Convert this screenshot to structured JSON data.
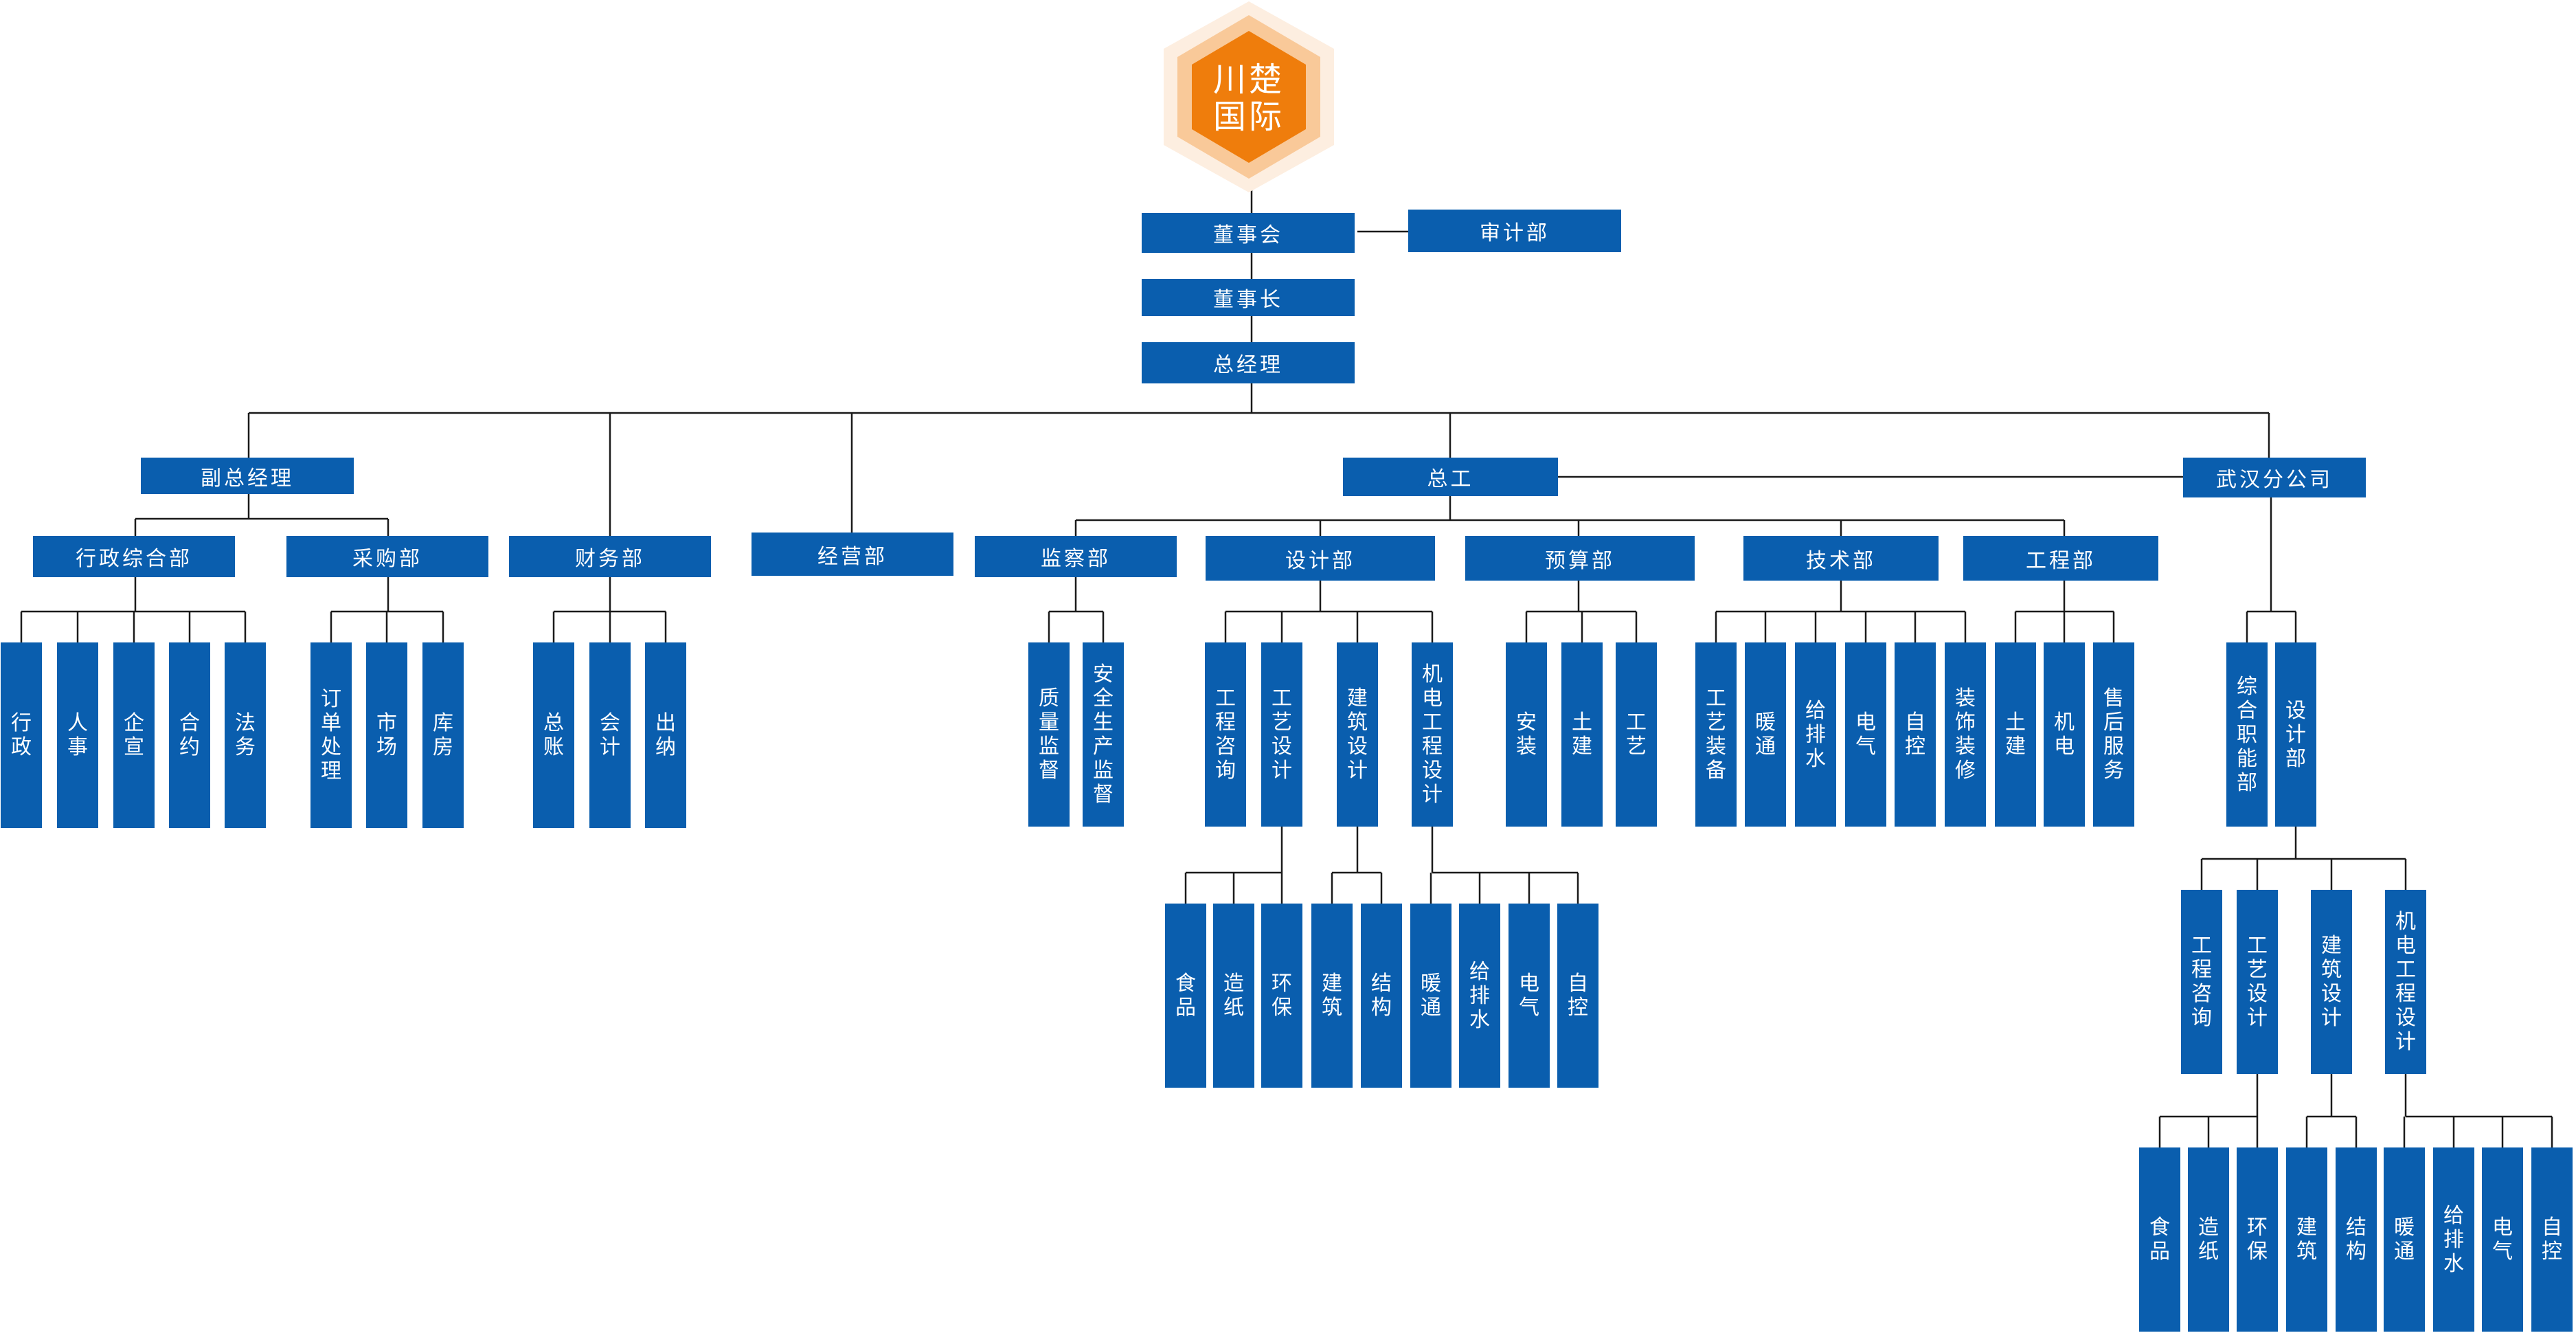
{
  "logo": {
    "text_line1": "川楚",
    "text_line2": "国际",
    "colors": {
      "outer": "#fdeee0",
      "middle": "#f9c999",
      "inner": "#ef7d0c"
    }
  },
  "colors": {
    "box": "#0a5eae",
    "box_text": "#ffffff",
    "line": "#1a1a1a",
    "background": "#ffffff"
  },
  "top": {
    "board": "董事会",
    "audit": "审计部",
    "chairman": "董事长",
    "general_manager": "总经理"
  },
  "branches": {
    "vice_gm": {
      "label": "副总经理",
      "admin": {
        "label": "行政综合部",
        "items": [
          "行政",
          "人事",
          "企宣",
          "合约",
          "法务"
        ]
      },
      "purchasing": {
        "label": "采购部",
        "items": [
          "订单处理",
          "市场",
          "库房"
        ]
      }
    },
    "finance": {
      "label": "财务部",
      "items": [
        "总账",
        "会计",
        "出纳"
      ]
    },
    "business": {
      "label": "经营部"
    },
    "chief_engineer": {
      "label": "总工",
      "supervision": {
        "label": "监察部",
        "items": [
          "质量监督",
          "安全生产监督"
        ]
      },
      "design": {
        "label": "设计部",
        "items": [
          "工程咨询",
          "工艺设计",
          "建筑设计",
          "机电工程设计"
        ],
        "process_sub": [
          "食品",
          "造纸",
          "环保"
        ],
        "architecture_sub": [
          "建筑",
          "结构"
        ],
        "mep_sub": [
          "暖通",
          "给排水",
          "电气",
          "自控"
        ]
      },
      "budget": {
        "label": "预算部",
        "items": [
          "安装",
          "土建",
          "工艺"
        ]
      },
      "technology": {
        "label": "技术部",
        "items": [
          "工艺装备",
          "暖通",
          "给排水",
          "电气",
          "自控",
          "装饰装修"
        ]
      },
      "engineering": {
        "label": "工程部",
        "items": [
          "土建",
          "机电",
          "售后服务"
        ]
      }
    },
    "wuhan": {
      "label": "武汉分公司",
      "items": [
        "综合职能部",
        "设计部"
      ],
      "design_items": [
        "工程咨询",
        "工艺设计",
        "建筑设计",
        "机电工程设计"
      ],
      "process_sub": [
        "食品",
        "造纸",
        "环保"
      ],
      "architecture_sub": [
        "建筑",
        "结构"
      ],
      "mep_sub": [
        "暖通",
        "给排水",
        "电气",
        "自控"
      ]
    }
  }
}
